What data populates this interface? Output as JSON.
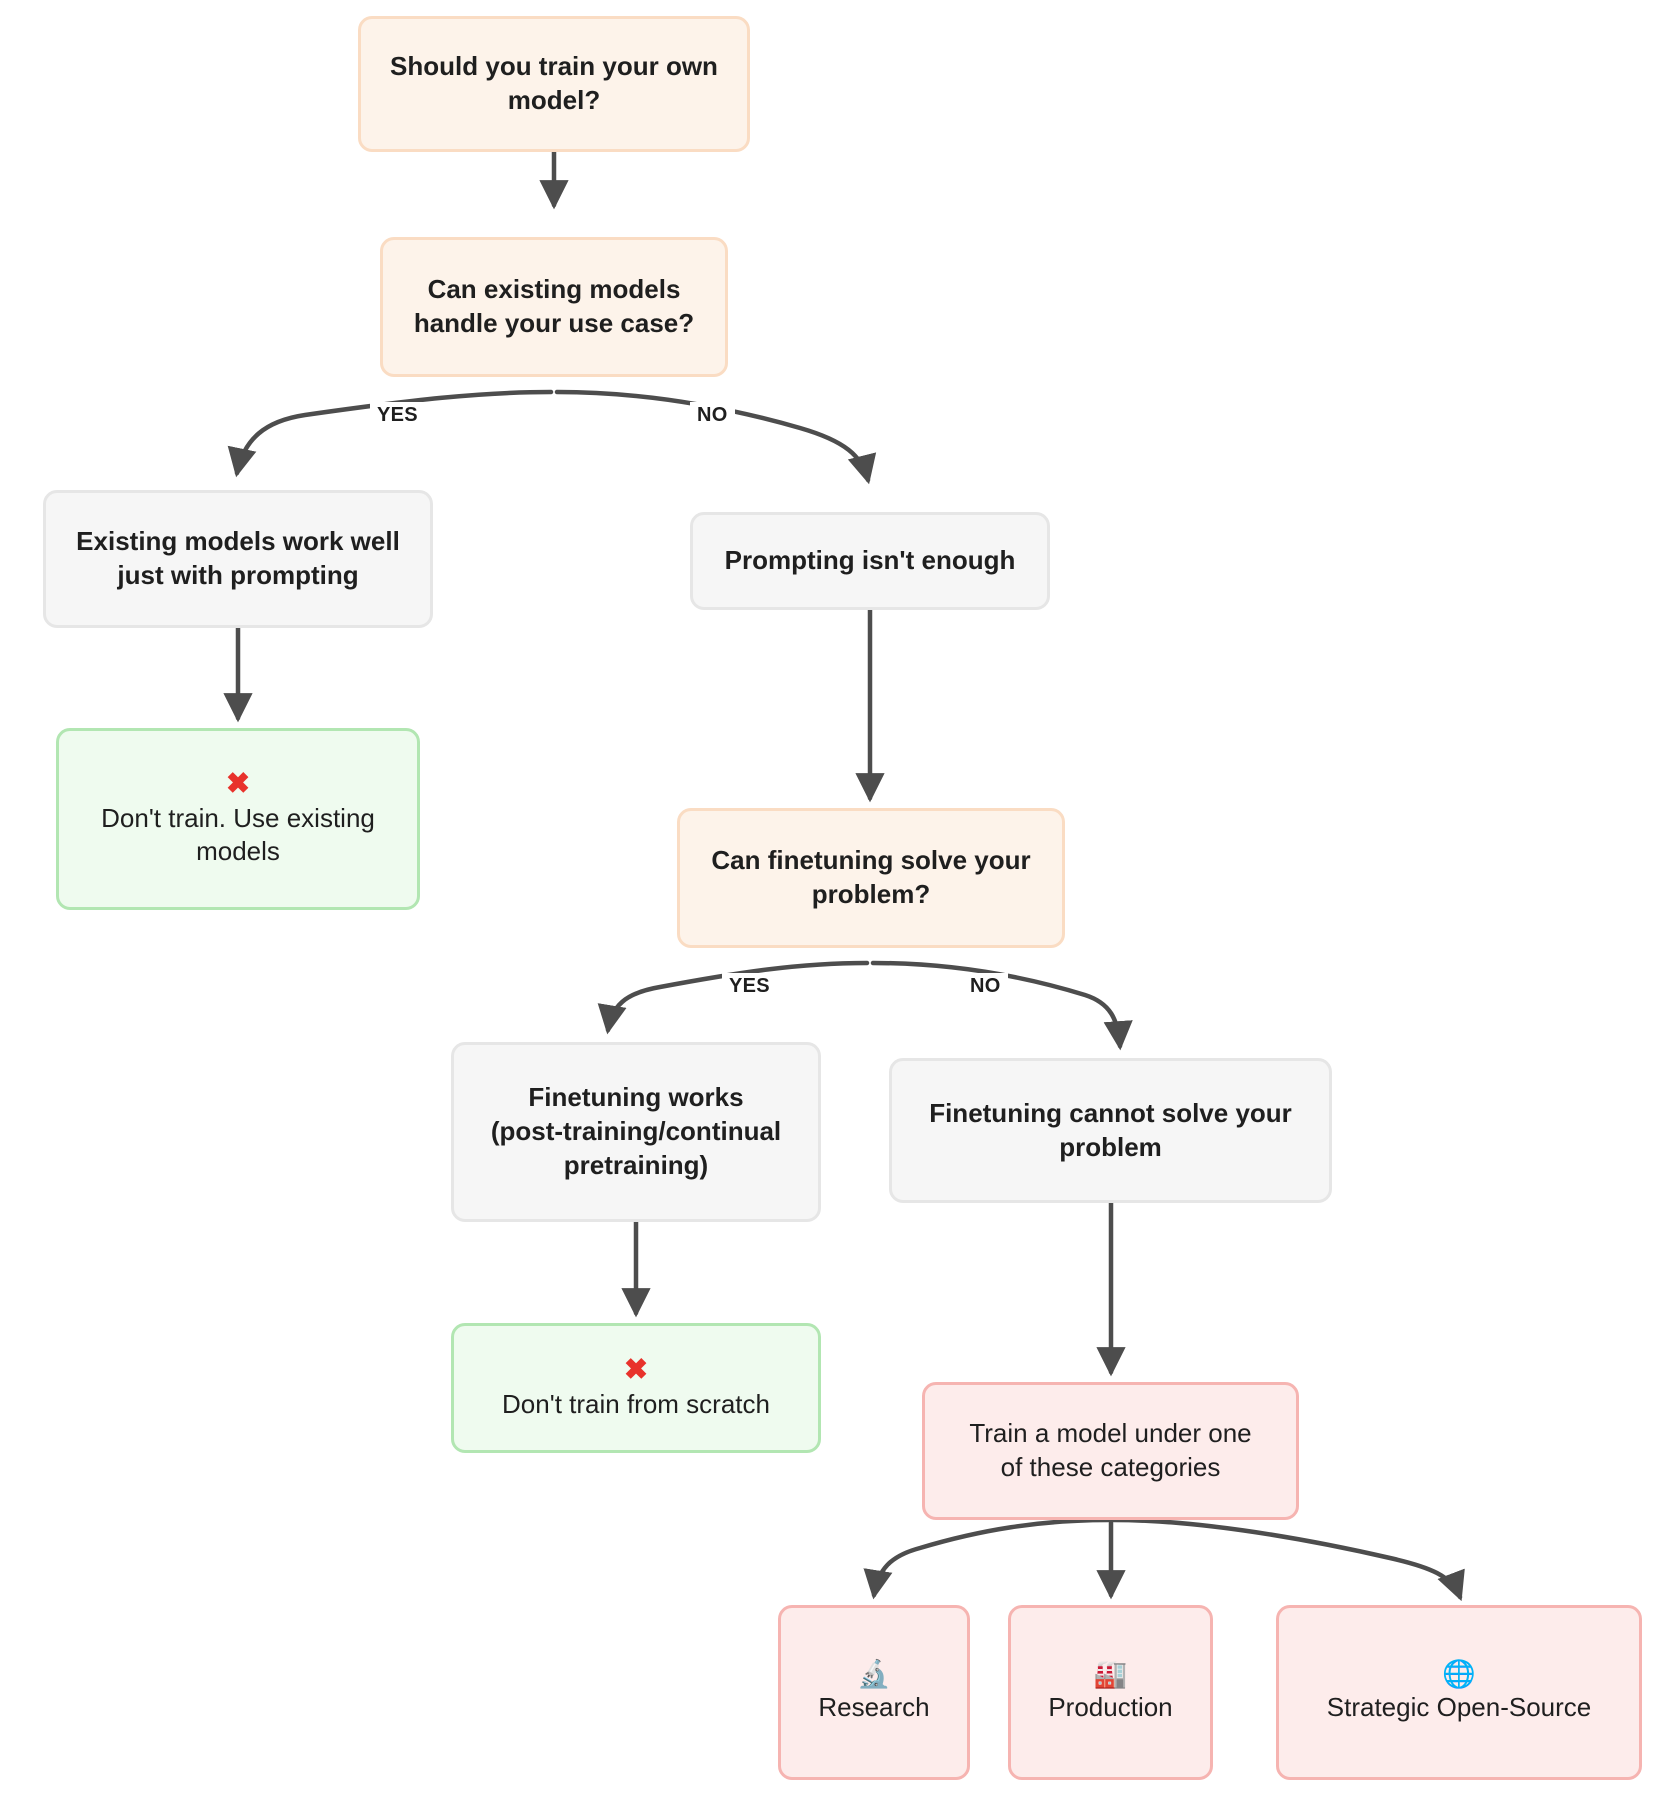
{
  "diagram": {
    "title": "Should you train your own model?",
    "type": "decision-flowchart",
    "palette": {
      "decision_fill": "#fdf3ea",
      "decision_border": "#fadcc3",
      "state_fill": "#f6f6f6",
      "state_border": "#e6e6e6",
      "good_fill": "#effbef",
      "good_border": "#b2e6b2",
      "alert_fill": "#fdeceb",
      "alert_border": "#f6b4b1",
      "edge_color": "#4d4d4d",
      "text_color": "#1f1f1f",
      "x_mark_color": "#e8322b"
    },
    "nodes": {
      "root": {
        "text": "Should you train your own\nmodel?"
      },
      "q_existing": {
        "text": "Can existing models\nhandle your use case?"
      },
      "prompting_ok": {
        "text": "Existing models work well\njust with prompting"
      },
      "prompting_not_enough": {
        "text": "Prompting isn't enough"
      },
      "dont_train": {
        "icon": "✖",
        "icon_name": "cross-mark-icon",
        "text": "Don't train. Use existing\nmodels"
      },
      "q_finetune": {
        "text": "Can finetuning solve your\nproblem?"
      },
      "finetune_works": {
        "text": "Finetuning works\n(post-training/continual\npretraining)"
      },
      "finetune_fails": {
        "text": "Finetuning cannot solve your\nproblem"
      },
      "dont_scratch": {
        "icon": "✖",
        "icon_name": "cross-mark-icon",
        "text": "Don't train from scratch"
      },
      "train_model": {
        "text": "Train a model under one\nof these categories"
      },
      "cat_research": {
        "icon": "🔬",
        "icon_name": "microscope-icon",
        "text": "Research"
      },
      "cat_production": {
        "icon": "🏭",
        "icon_name": "factory-icon",
        "text": "Production"
      },
      "cat_opensource": {
        "icon": "🌐",
        "icon_name": "globe-icon",
        "text": "Strategic Open-Source"
      }
    },
    "edge_labels": {
      "existing_yes": "YES",
      "existing_no": "NO",
      "finetune_yes": "YES",
      "finetune_no": "NO"
    }
  }
}
